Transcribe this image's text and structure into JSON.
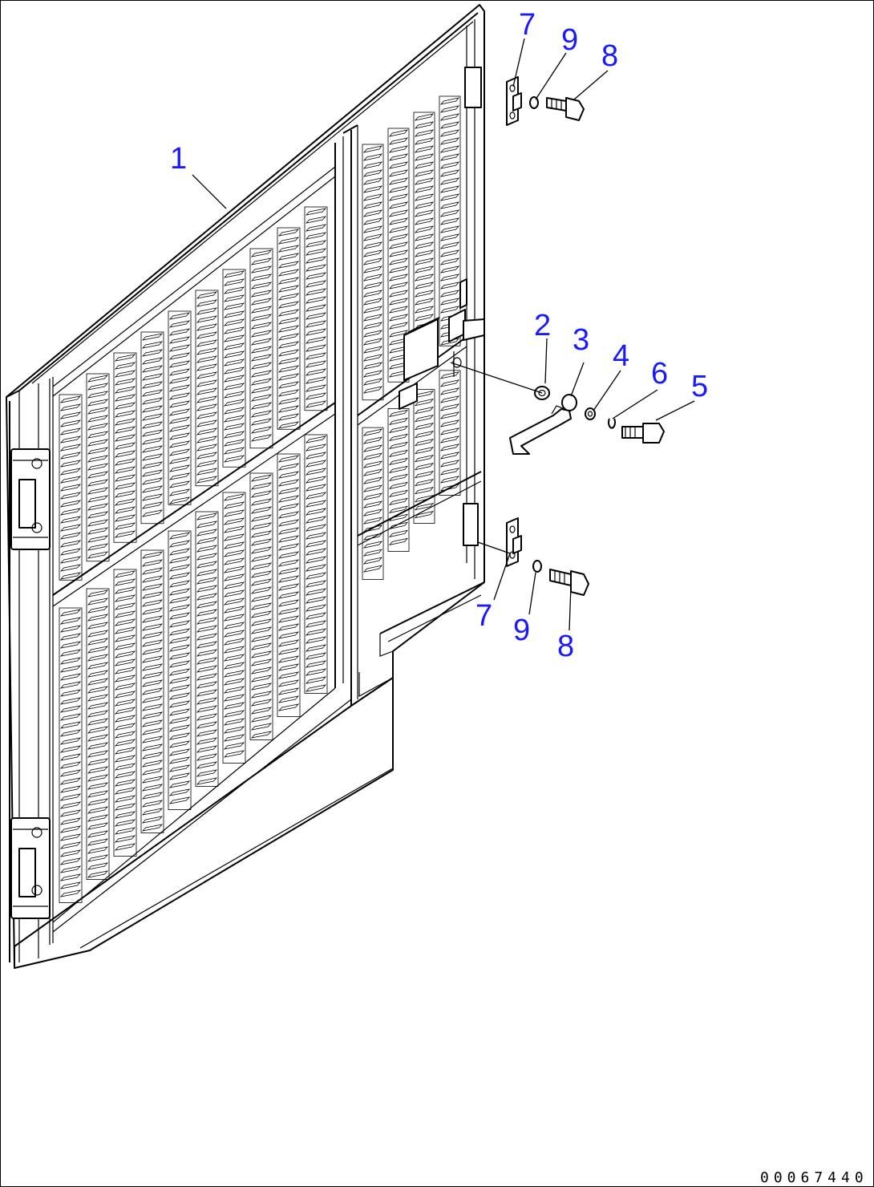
{
  "drawing_ref": "00067440",
  "callouts": {
    "c1": "1",
    "c2": "2",
    "c3": "3",
    "c4": "4",
    "c5": "5",
    "c6": "6",
    "c7_top": "7",
    "c7_bottom": "7",
    "c8_top": "8",
    "c8_bottom": "8",
    "c9_top": "9",
    "c9_bottom": "9"
  },
  "colors": {
    "callout": "#1a1aff",
    "line": "#000000",
    "background": "#ffffff"
  }
}
